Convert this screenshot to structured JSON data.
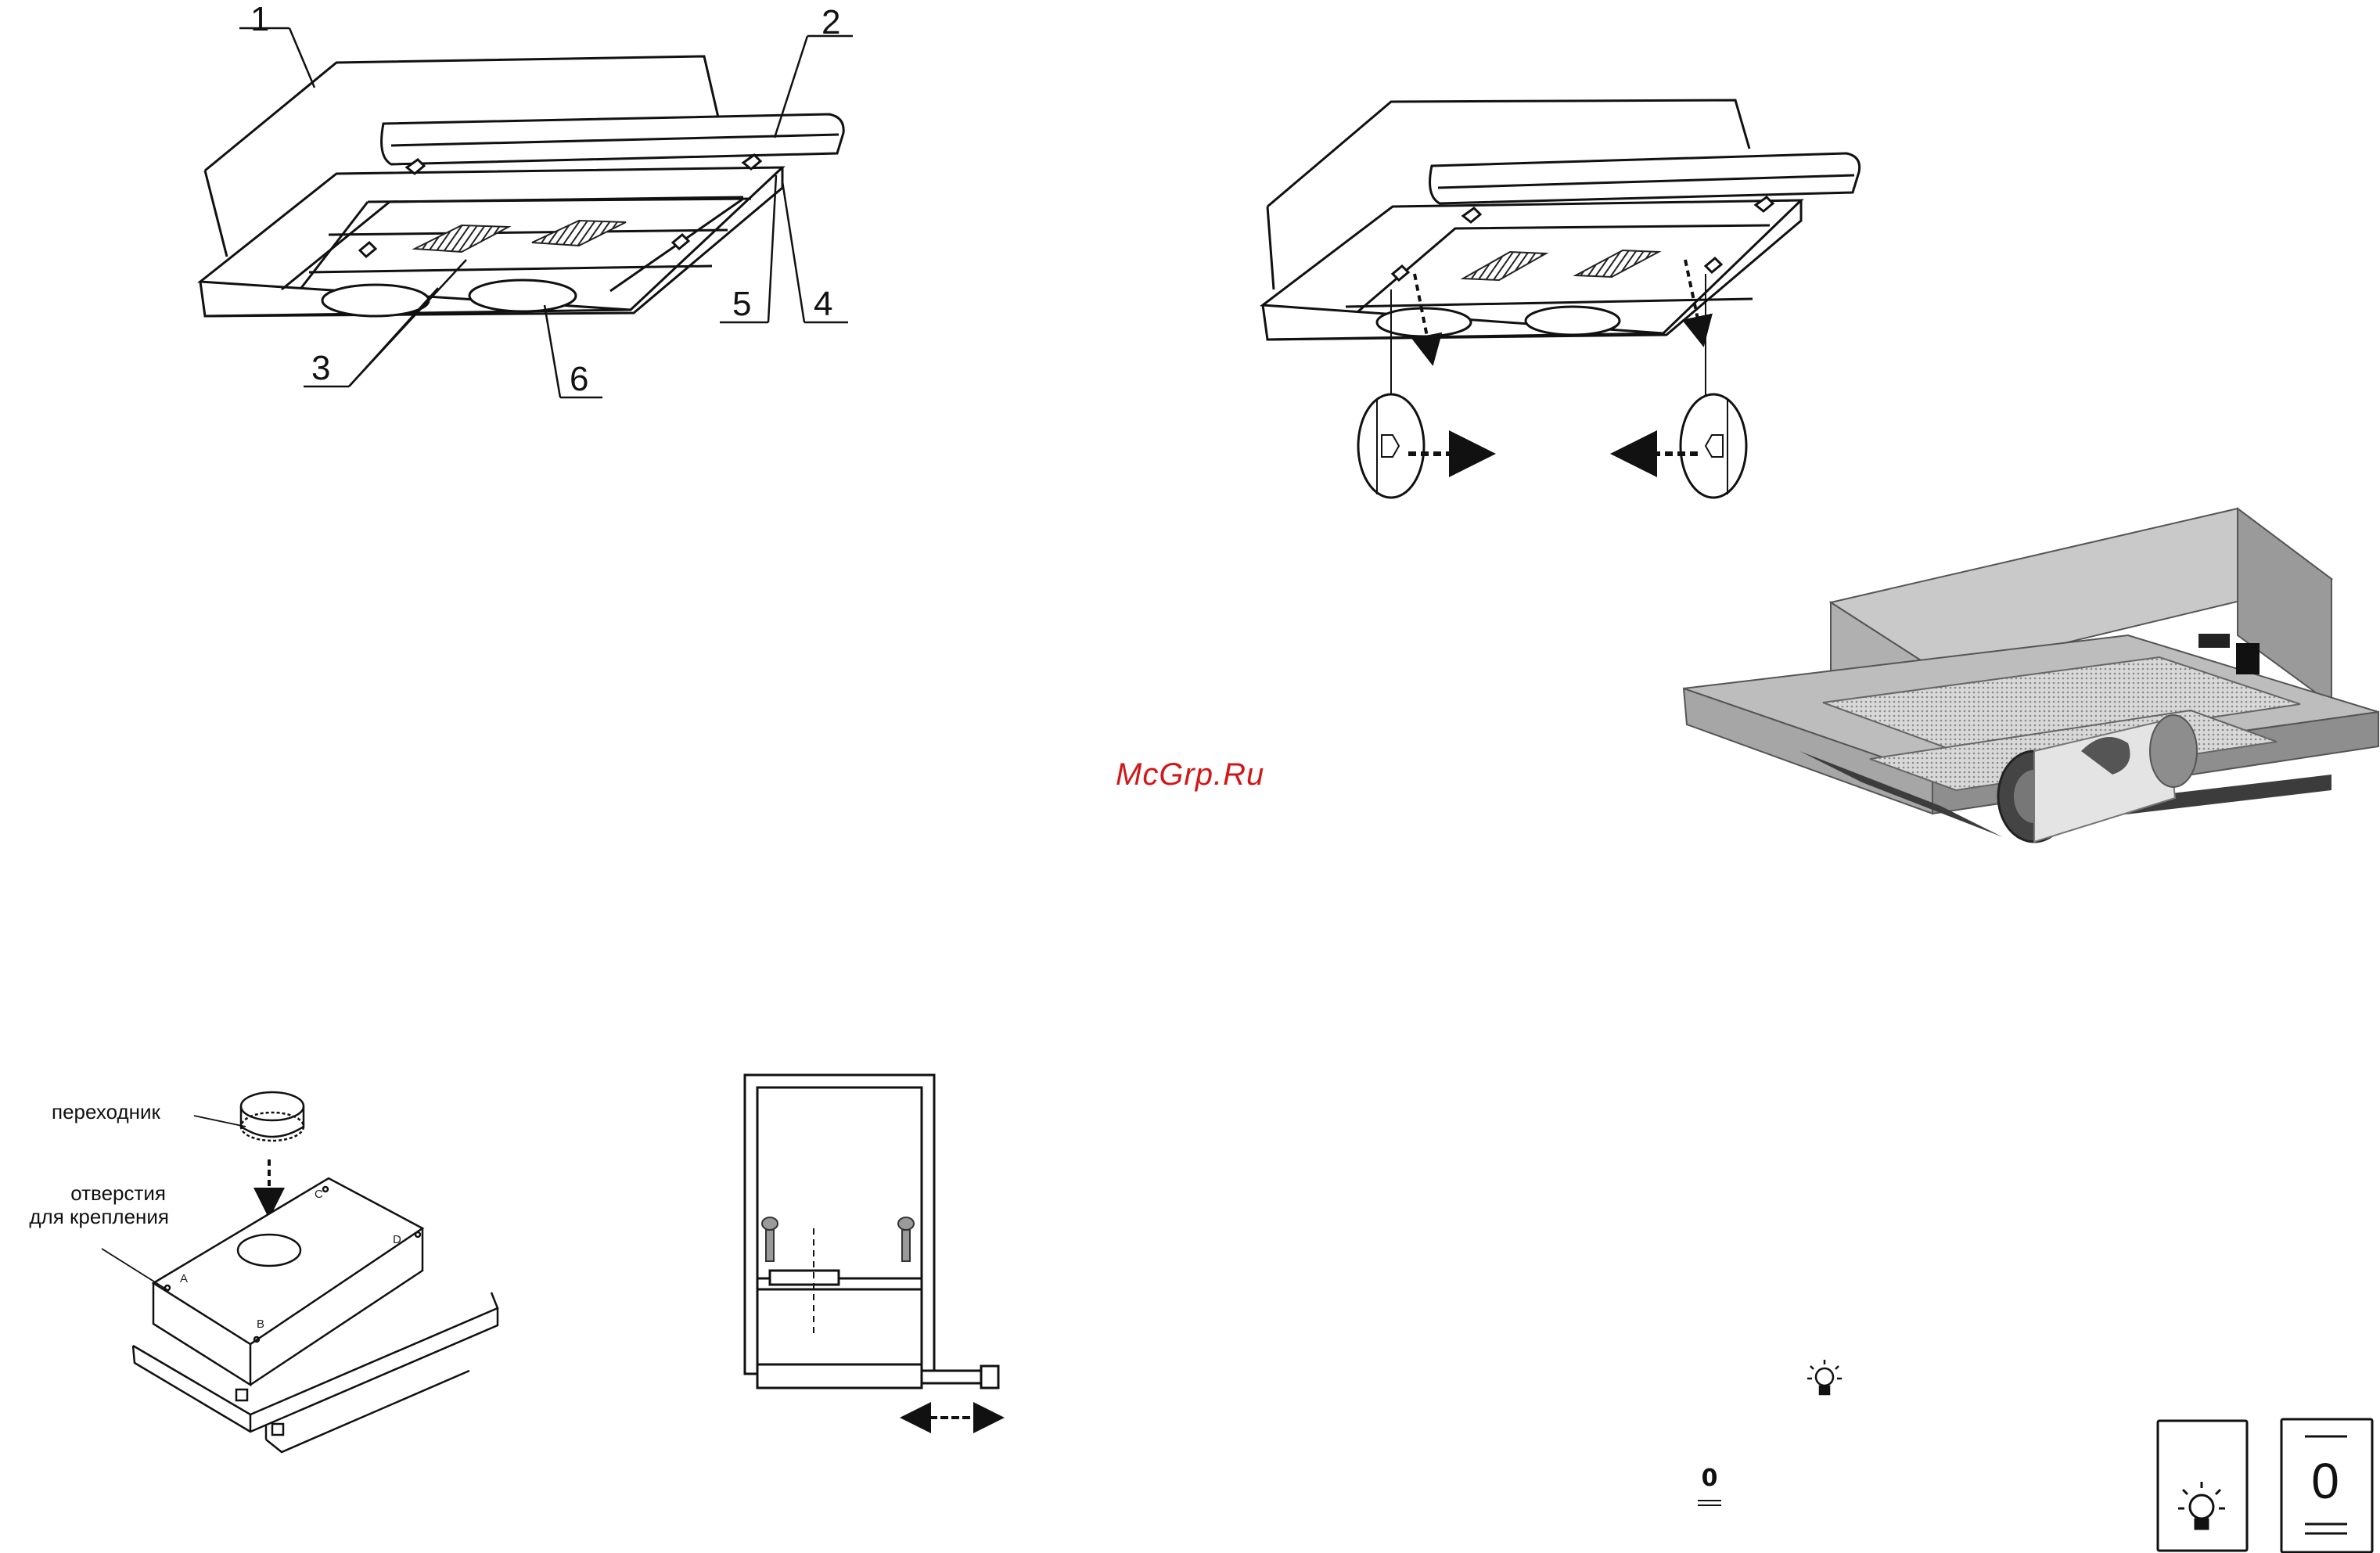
{
  "watermark": "McGrp.Ru",
  "figure1": {
    "callouts": [
      "1",
      "2",
      "3",
      "4",
      "5",
      "6"
    ]
  },
  "figure3": {
    "adapter_label": "переходник",
    "holes_label_line1": "отверстия",
    "holes_label_line2": "для крепления",
    "corner_labels": [
      "A",
      "B",
      "C",
      "D"
    ]
  },
  "controls": {
    "light_symbol": "light-bulb-icon",
    "off_symbol": "0",
    "button_light_icon": "light-bulb-icon",
    "button_off_label": "0"
  }
}
